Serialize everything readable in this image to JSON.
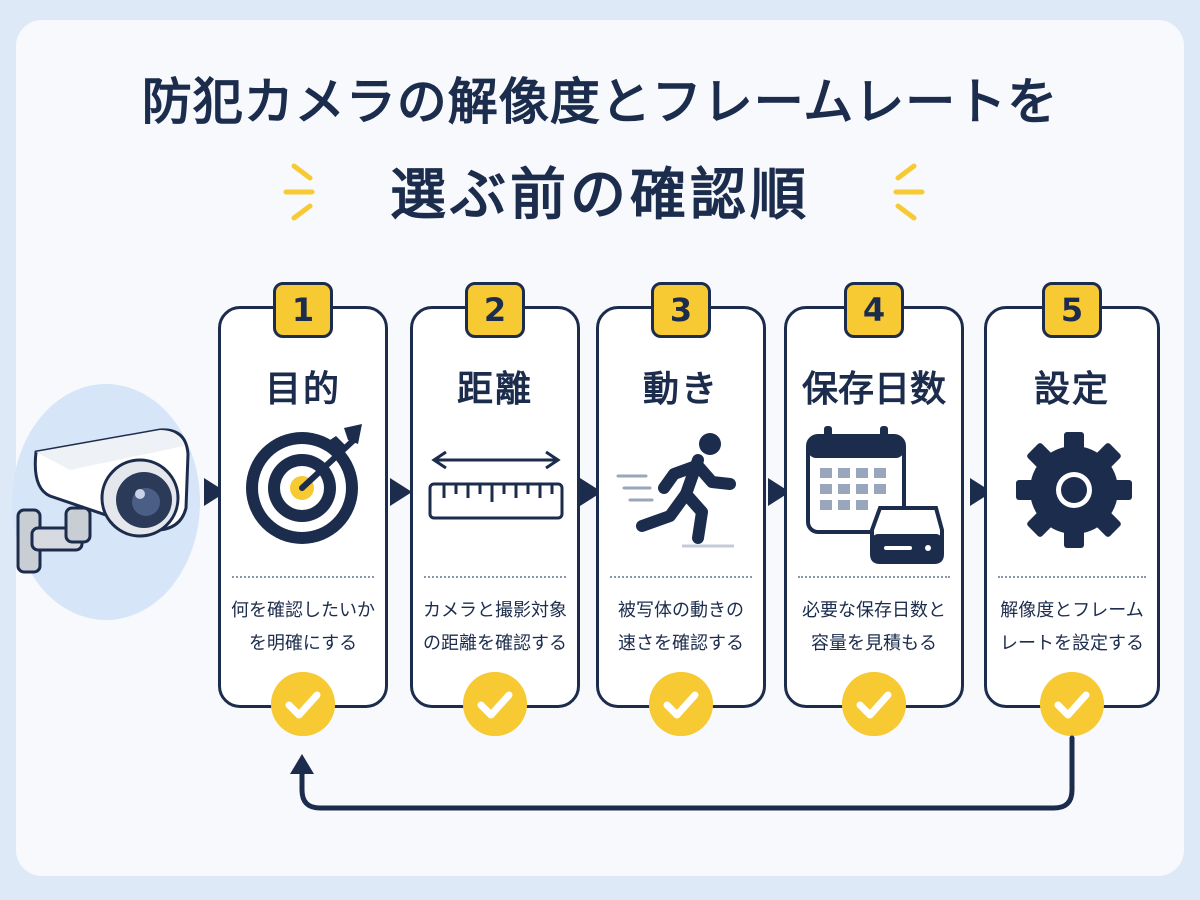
{
  "title": {
    "line1": "防犯カメラの解像度とフレームレートを",
    "line2": "選ぶ前の確認順"
  },
  "colors": {
    "navy": "#1c2c4c",
    "yellow": "#f7c932",
    "background": "#dde9f7",
    "panel": "#f7f9fc"
  },
  "camera_icon": "security-camera-icon",
  "steps": [
    {
      "number": "1",
      "title": "目的",
      "icon": "target-icon",
      "description": "何を確認したいか\nを明確にする"
    },
    {
      "number": "2",
      "title": "距離",
      "icon": "ruler-distance-icon",
      "description": "カメラと撮影対象\nの距離を確認する"
    },
    {
      "number": "3",
      "title": "動き",
      "icon": "running-person-icon",
      "description": "被写体の動きの\n速さを確認する"
    },
    {
      "number": "4",
      "title": "保存日数",
      "icon": "calendar-storage-icon",
      "description": "必要な保存日数と\n容量を見積もる"
    },
    {
      "number": "5",
      "title": "設定",
      "icon": "gear-icon",
      "description": "解像度とフレーム\nレートを設定する"
    }
  ],
  "check_icon": "check-circle-icon",
  "loop_arrow": "return-loop-arrow"
}
